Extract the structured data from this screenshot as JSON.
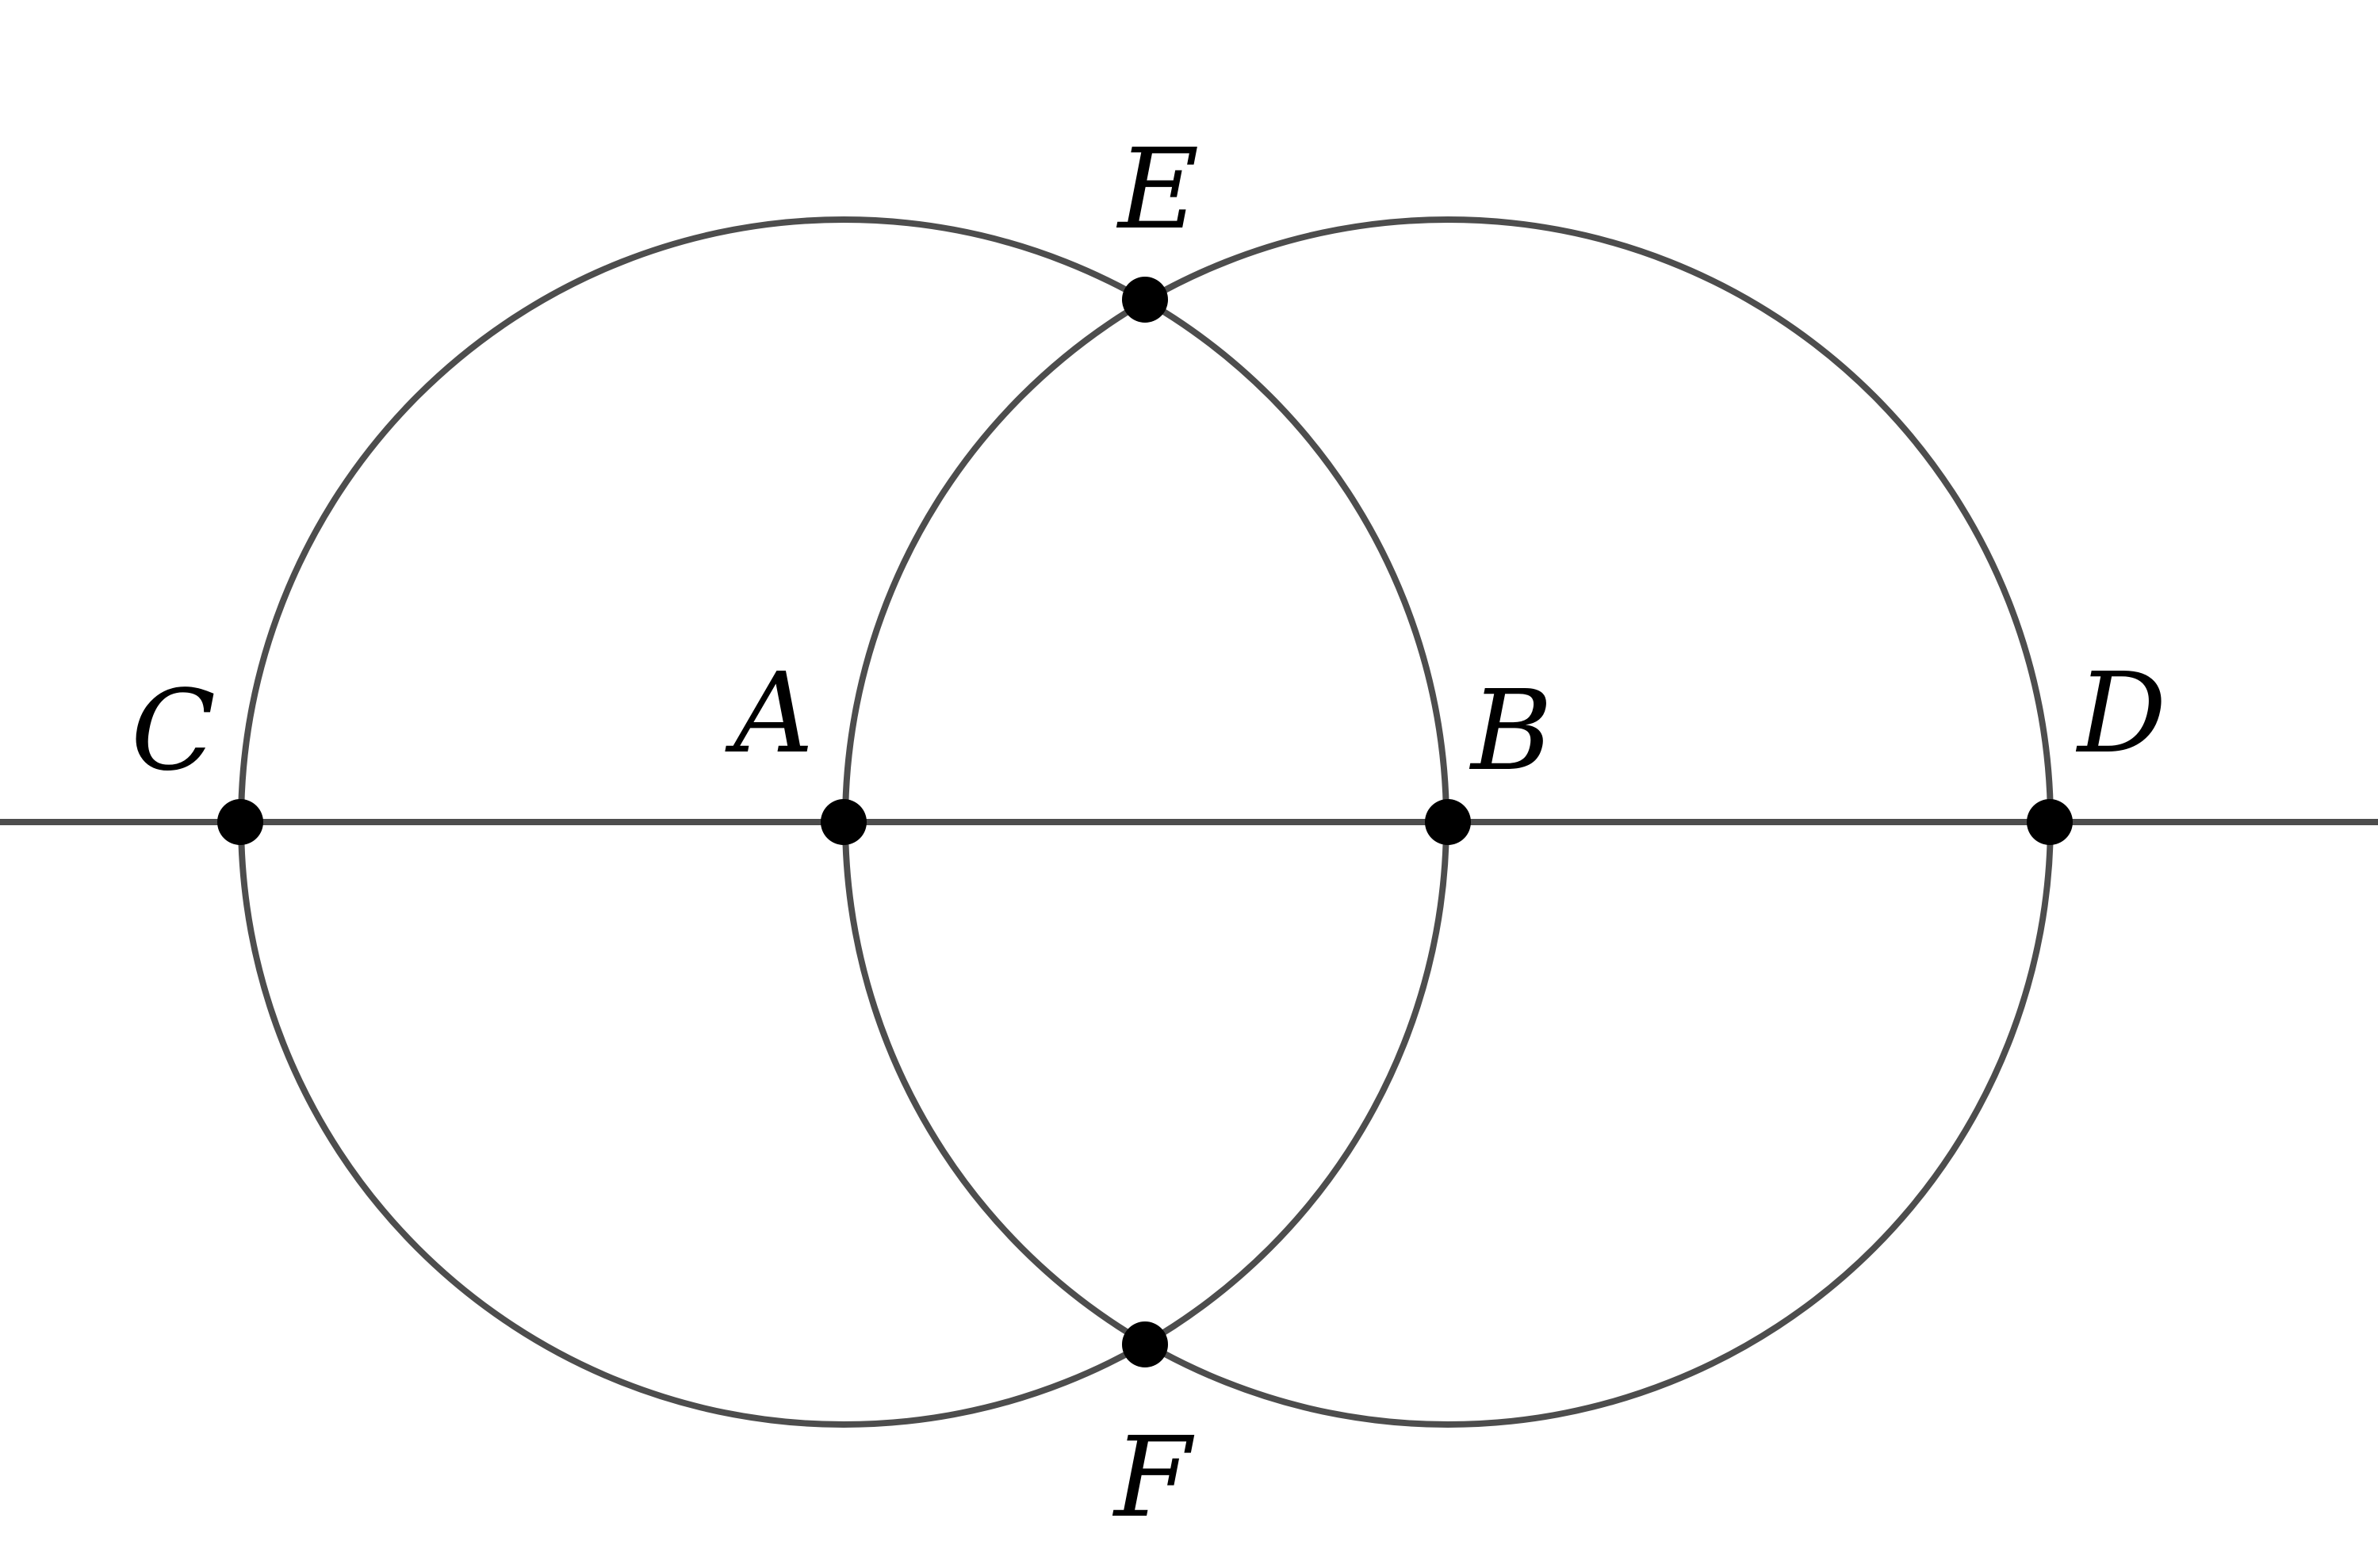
{
  "diagram": {
    "colors": {
      "stroke": "#4d4d4d",
      "point": "#000000",
      "label": "#000000",
      "background": "#ffffff"
    },
    "points": {
      "A": "A",
      "B": "B",
      "C": "C",
      "D": "D",
      "E": "E",
      "F": "F"
    }
  }
}
